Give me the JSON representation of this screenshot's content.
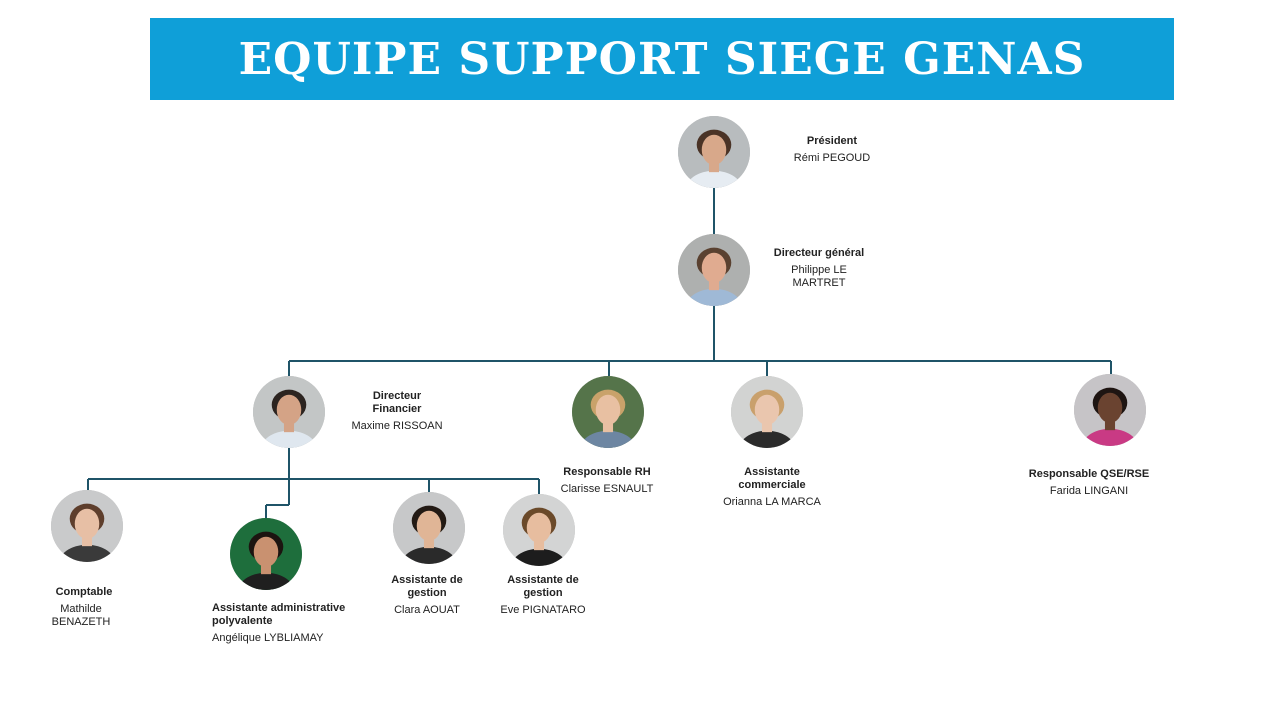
{
  "title": "EQUIPE SUPPORT SIEGE GENAS",
  "colors": {
    "banner": "#0f9fd8",
    "connector": "#1f5468",
    "banner_text": "#ffffff"
  },
  "people": {
    "president": {
      "role": "Président",
      "name": "Rémi PEGOUD",
      "bg": "#b8bcbe",
      "skin": "#d8a88a",
      "hair": "#4a3326",
      "shirt": "#e6ecf2"
    },
    "dg": {
      "role": "Directeur général",
      "name": "Philippe LE MARTRET",
      "bg": "#aeb0af",
      "skin": "#e0ab90",
      "hair": "#5a4130",
      "shirt": "#9fb9d6"
    },
    "daf": {
      "role": "Directeur Financier",
      "name": "Maxime RISSOAN",
      "bg": "#c3c6c6",
      "skin": "#d4a386",
      "hair": "#2c2420",
      "shirt": "#dfe7ef"
    },
    "rh": {
      "role": "Responsable RH",
      "name": "Clarisse ESNAULT",
      "bg": "#55744a",
      "skin": "#e8c0a2",
      "hair": "#c9a26a",
      "shirt": "#6d86a2"
    },
    "commerciale": {
      "role": "Assistante commerciale",
      "name": "Orianna LA MARCA",
      "bg": "#d2d3d2",
      "skin": "#eac6ae",
      "hair": "#c9a06c",
      "shirt": "#2b2b2b"
    },
    "qse": {
      "role": "Responsable QSE/RSE",
      "name": "Farida LINGANI",
      "bg": "#c6c4c7",
      "skin": "#6a4330",
      "hair": "#1e1512",
      "shirt": "#c93a84"
    },
    "comptable": {
      "role": "Comptable",
      "name": "Mathilde BENAZETH",
      "bg": "#c9cacb",
      "skin": "#e7bfa5",
      "hair": "#5e3e2c",
      "shirt": "#3a3a3a"
    },
    "admin": {
      "role": "Assistante administrative polyvalente",
      "name": "Angélique LYBLIAMAY",
      "bg": "#1e6e3c",
      "skin": "#c99170",
      "hair": "#1c1410",
      "shirt": "#1f1f1f"
    },
    "gestion1": {
      "role": "Assistante de gestion",
      "name": "Clara AOUAT",
      "bg": "#c7c8c9",
      "skin": "#e0b596",
      "hair": "#231a14",
      "shirt": "#2a2a2a"
    },
    "gestion2": {
      "role": "Assistante de gestion",
      "name": "Eve PIGNATARO",
      "bg": "#d3d4d4",
      "skin": "#e7bd9f",
      "hair": "#6b4a2a",
      "shirt": "#1d1d1d"
    }
  }
}
